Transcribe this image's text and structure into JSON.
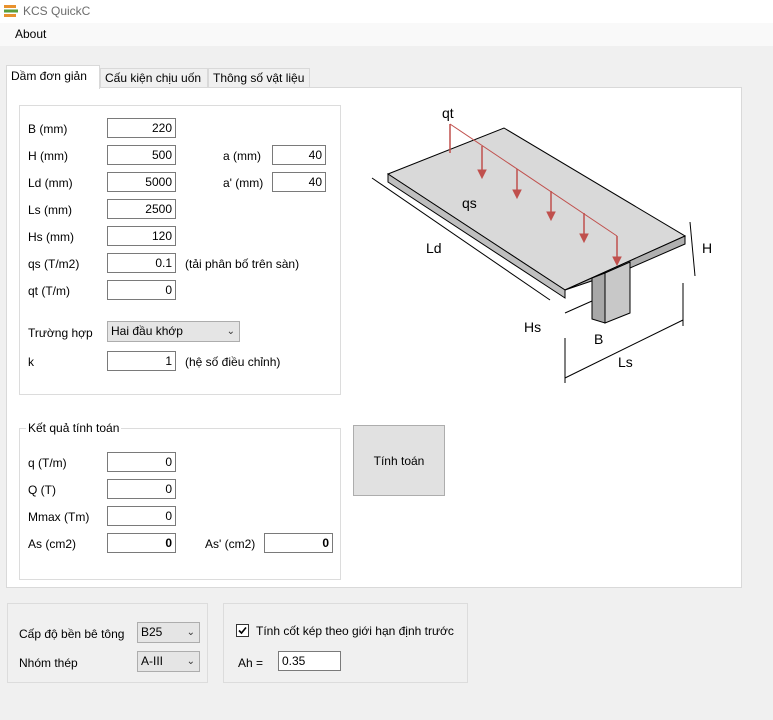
{
  "window": {
    "title": "KCS QuickC"
  },
  "menu": {
    "about": "About"
  },
  "tabs": [
    {
      "label": "Dầm đơn giản"
    },
    {
      "label": "Cấu kiện chịu uốn"
    },
    {
      "label": "Thông số vật liệu"
    }
  ],
  "inputs": {
    "b_label": "B (mm)",
    "b_value": "220",
    "h_label": "H (mm)",
    "h_value": "500",
    "ld_label": "Ld (mm)",
    "ld_value": "5000",
    "ls_label": "Ls (mm)",
    "ls_value": "2500",
    "hs_label": "Hs (mm)",
    "hs_value": "120",
    "qs_label": "qs (T/m2)",
    "qs_value": "0.1",
    "qs_note": "(tải phân bố trên sàn)",
    "qt_label": "qt (T/m)",
    "qt_value": "0",
    "a_label": "a (mm)",
    "a_value": "40",
    "a2_label": "a' (mm)",
    "a2_value": "40",
    "case_label": "Trường hợp",
    "case_value": "Hai đầu khớp",
    "k_label": "k",
    "k_value": "1",
    "k_note": "(hệ số điều chỉnh)"
  },
  "results": {
    "title": "Kết quả tính toán",
    "q_label": "q (T/m)",
    "q_value": "0",
    "Q_label": "Q (T)",
    "Q_value": "0",
    "mmax_label": "Mmax (Tm)",
    "mmax_value": "0",
    "as_label": "As (cm2)",
    "as_value": "0",
    "as2_label": "As' (cm2)",
    "as2_value": "0"
  },
  "calc_button": "Tính toán",
  "diagram": {
    "qt": "qt",
    "qs": "qs",
    "ld": "Ld",
    "h": "H",
    "hs": "Hs",
    "b": "B",
    "ls": "Ls",
    "load_color": "#c0504d"
  },
  "material": {
    "concrete_label": "Cấp độ bền bê tông",
    "concrete_value": "B25",
    "steel_label": "Nhóm thép",
    "steel_value": "A-III"
  },
  "options": {
    "double_label": "Tính cốt kép theo giới hạn định trước",
    "ah_label": "Ah =",
    "ah_value": "0.35"
  }
}
